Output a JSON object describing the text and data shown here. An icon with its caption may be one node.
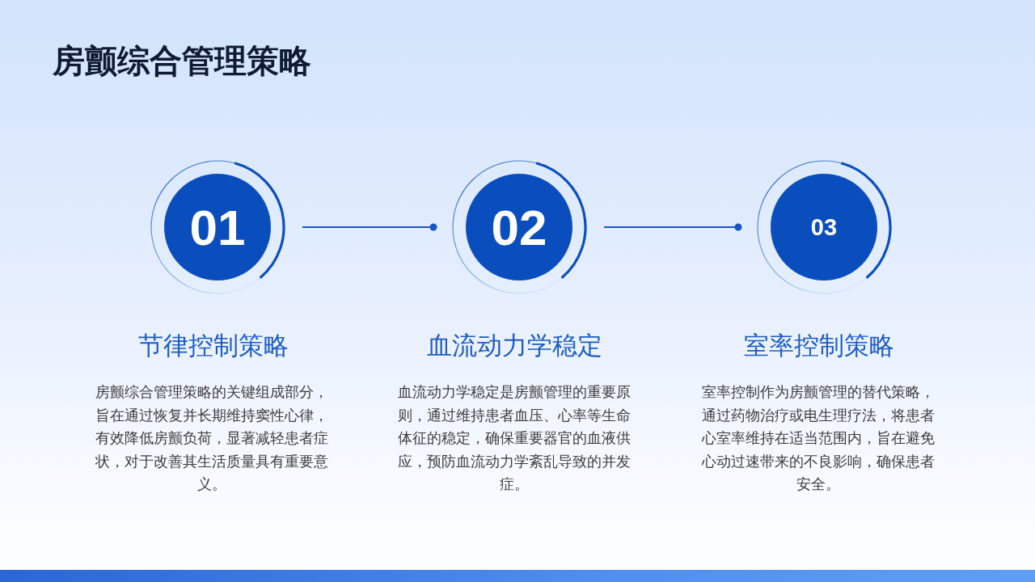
{
  "diagram": {
    "title": "房颤综合管理策略",
    "nodes": [
      {
        "text": [
          "01"
        ],
        "beside": [
          "节律控制策略",
          "房颤综合管理策略的关键组成部分，旨在通过恢复并长期维持窦性心律，有效降低房颤负荷，显著减轻患者症状，对于改善其生活质量具有重要意义。"
        ]
      },
      {
        "text": [
          "02"
        ],
        "beside": [
          "血流动力学稳定",
          "血流动力学稳定是房颤管理的重要原则，通过维持患者血压、心率等生命体征的稳定，确保重要器官的血液供应，预防血流动力学紊乱导致的并发症。"
        ]
      },
      {
        "text": [
          "03"
        ],
        "beside": [
          "室率控制策略",
          "室率控制作为房颤管理的替代策略，通过药物治疗或电生理疗法，将患者心室率维持在适当范围内，旨在避免心动过速带来的不良影响，确保患者安全。"
        ]
      }
    ],
    "edges": [
      {
        "from": 0,
        "to": 1,
        "arrow": "other"
      },
      {
        "from": 1,
        "to": 2,
        "arrow": "other"
      }
    ]
  }
}
